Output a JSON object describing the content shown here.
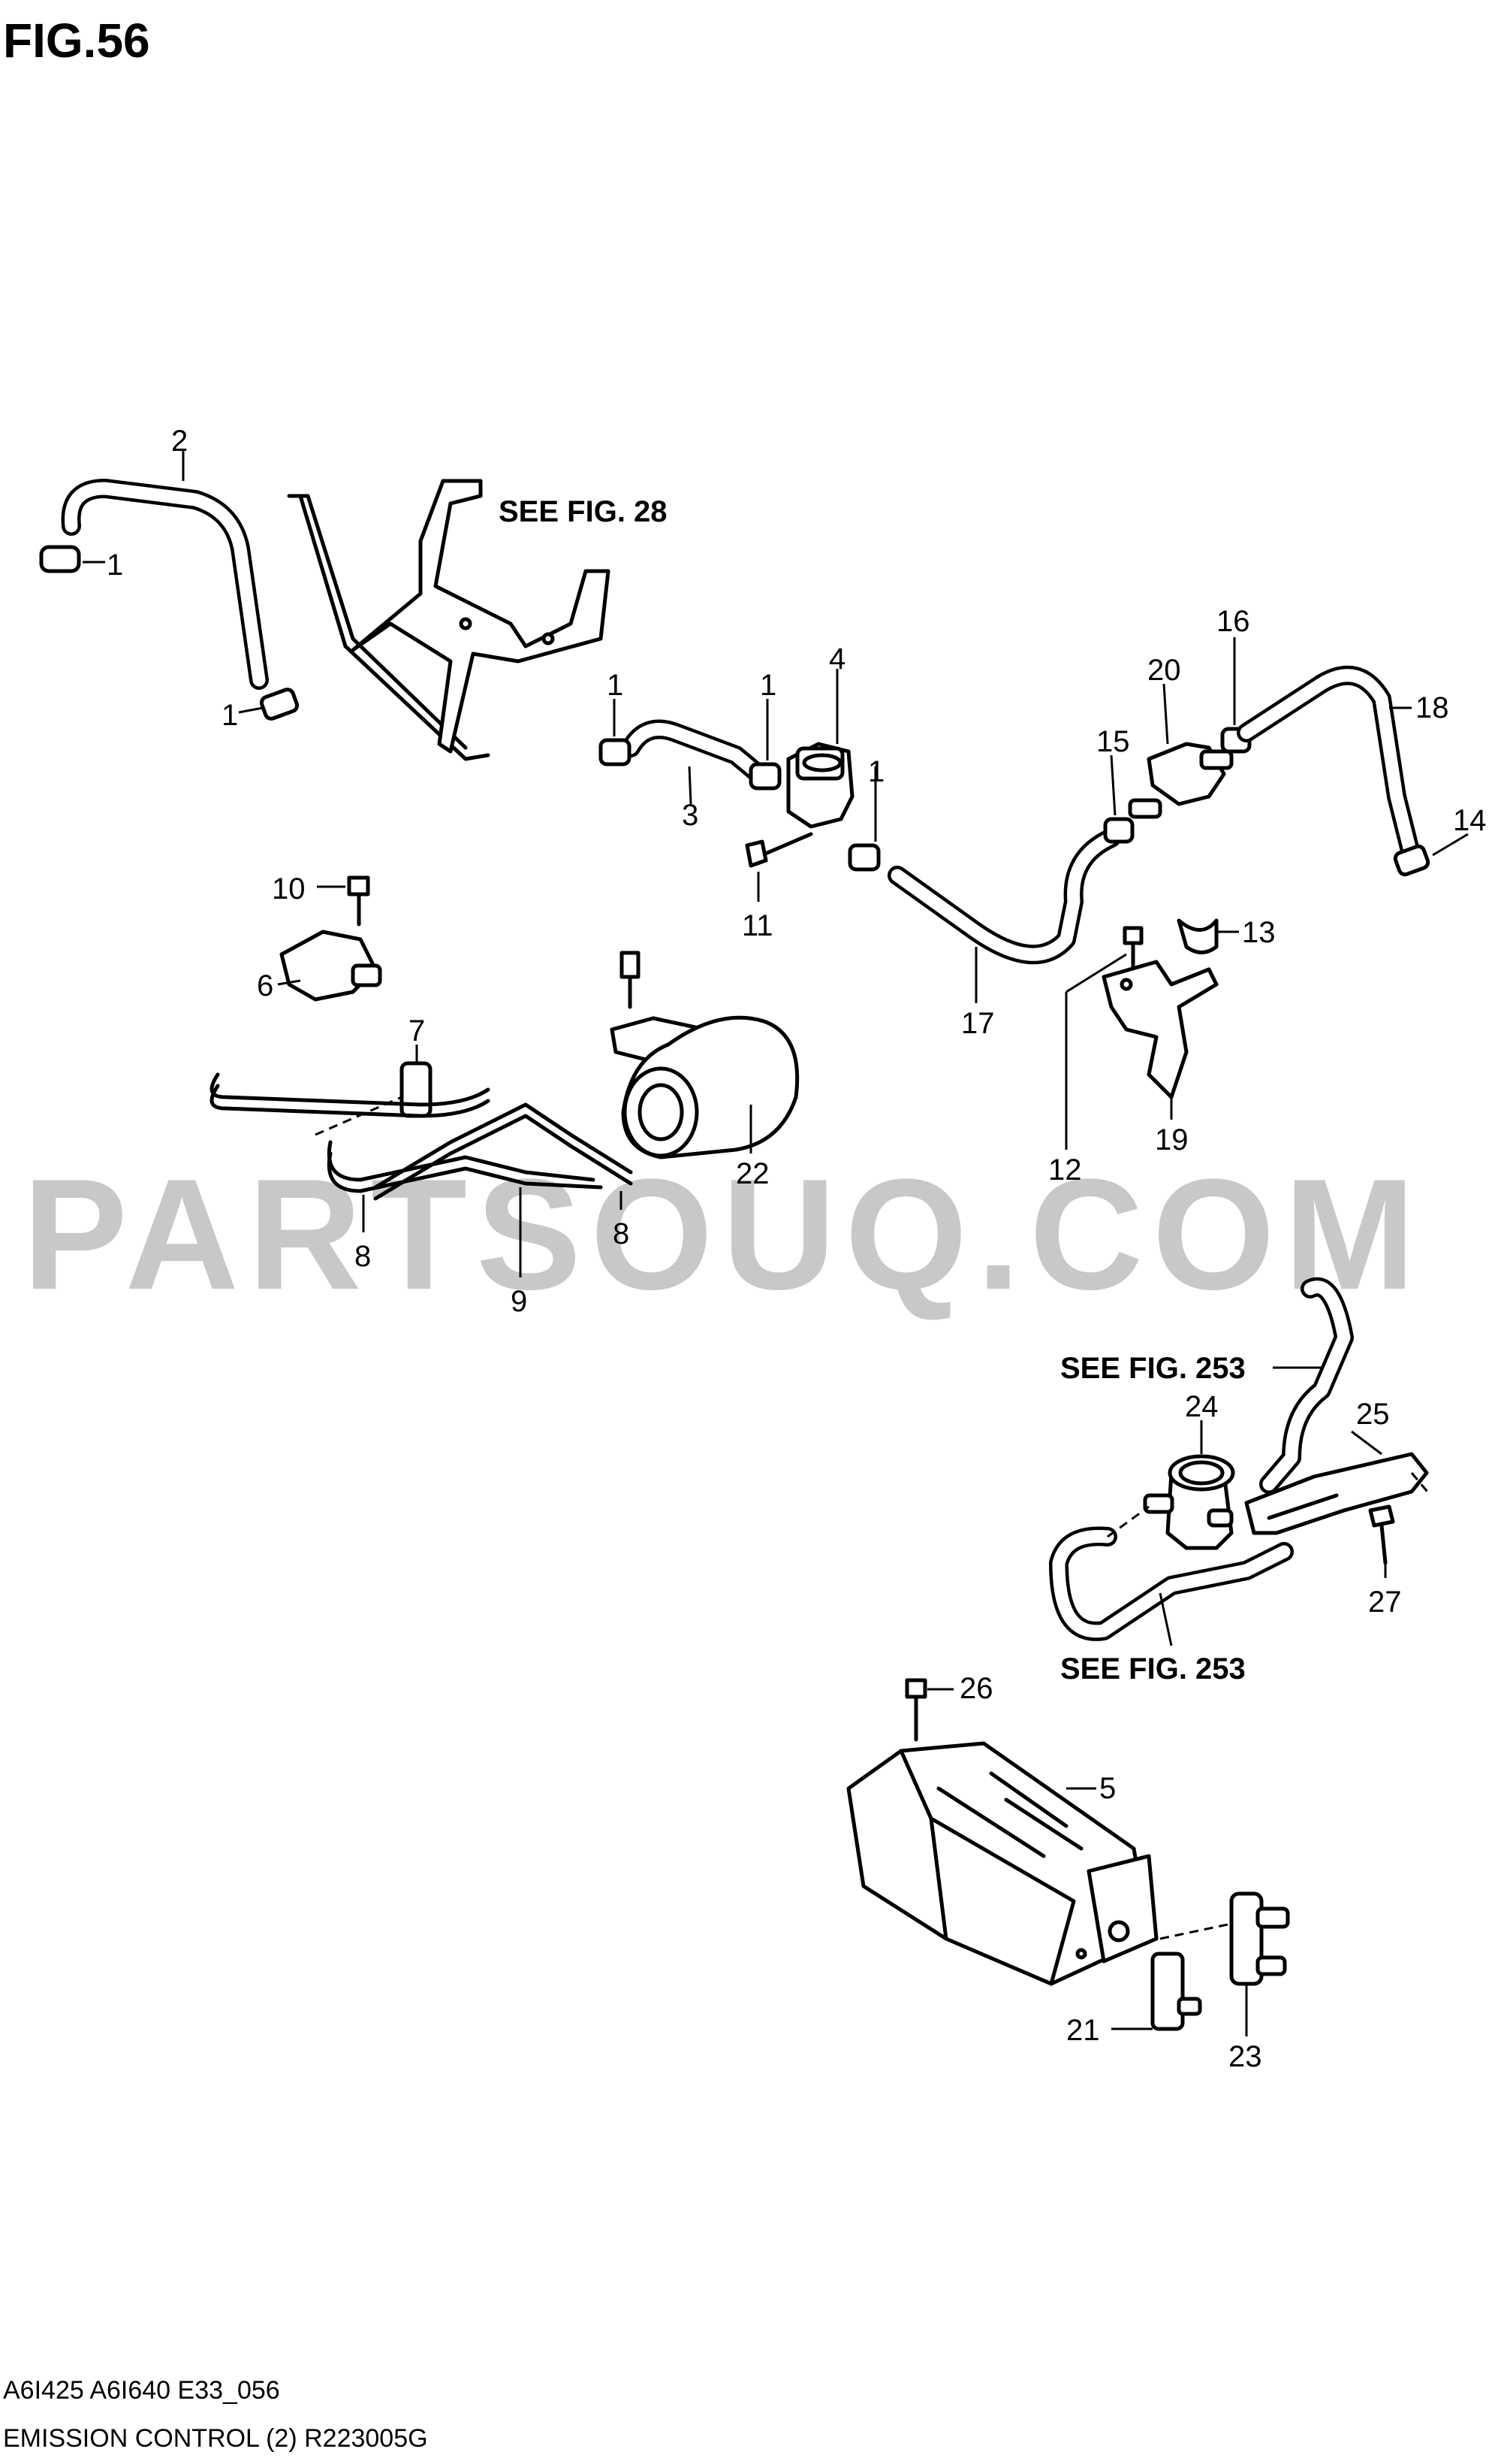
{
  "figure_title": "FIG.56",
  "watermark": "PARTSOUQ.COM",
  "references": {
    "fig28": "SEE FIG. 28",
    "fig253_top": "SEE FIG. 253",
    "fig253_bottom": "SEE FIG. 253"
  },
  "callouts": {
    "c1a": "1",
    "c1b": "1",
    "c1c": "1",
    "c1d": "1",
    "c1e": "1",
    "c2": "2",
    "c3": "3",
    "c4": "4",
    "c5": "5",
    "c6": "6",
    "c7": "7",
    "c8a": "8",
    "c8b": "8",
    "c9": "9",
    "c10": "10",
    "c11": "11",
    "c12": "12",
    "c13": "13",
    "c14": "14",
    "c15": "15",
    "c16": "16",
    "c17": "17",
    "c18": "18",
    "c19": "19",
    "c20": "20",
    "c21": "21",
    "c22": "22",
    "c23": "23",
    "c24": "24",
    "c25": "25",
    "c26": "26",
    "c27": "27"
  },
  "footer": {
    "line1": "A6I425 A6I640 E33_056",
    "line2": "EMISSION CONTROL (2) R223005G"
  }
}
